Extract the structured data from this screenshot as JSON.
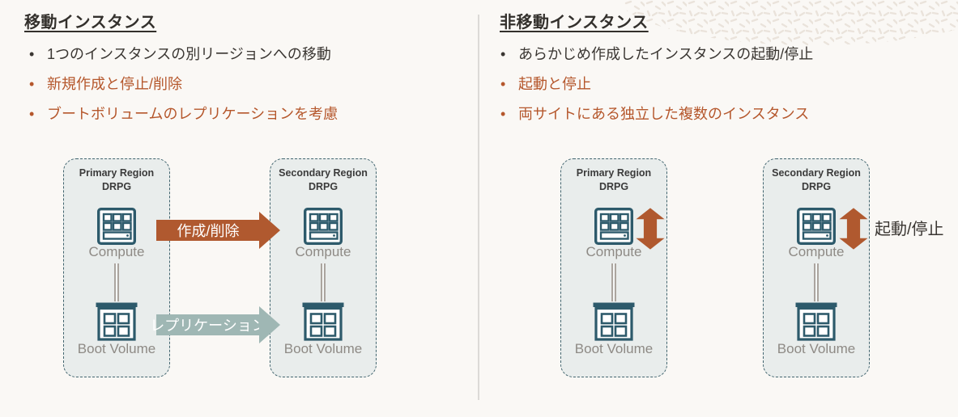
{
  "slide": {
    "left": {
      "title": "移動インスタンス",
      "bullets": [
        {
          "text": "1つのインスタンスの別リージョンへの移動"
        },
        {
          "text": "新規作成と停止/削除"
        },
        {
          "text": "ブートボリュームのレプリケーションを考慮"
        }
      ],
      "boxes": [
        {
          "region": "Primary Region",
          "group": "DRPG",
          "compute_label": "Compute",
          "boot_volume_label": "Boot Volume"
        },
        {
          "region": "Secondary Region",
          "group": "DRPG",
          "compute_label": "Compute",
          "boot_volume_label": "Boot Volume"
        }
      ],
      "arrows": {
        "create_delete": "作成/削除",
        "replication": "レプリケーション"
      }
    },
    "right": {
      "title": "非移動インスタンス",
      "bullets": [
        {
          "text": "あらかじめ作成したインスタンスの起動/停止"
        },
        {
          "text": "起動と停止"
        },
        {
          "text": "両サイトにある独立した複数のインスタンス"
        }
      ],
      "boxes": [
        {
          "region": "Primary Region",
          "group": "DRPG",
          "compute_label": "Compute",
          "boot_volume_label": "Boot Volume"
        },
        {
          "region": "Secondary Region",
          "group": "DRPG",
          "compute_label": "Compute",
          "boot_volume_label": "Boot Volume"
        }
      ],
      "arrow_label": "起動/停止"
    },
    "colors": {
      "background": "#faf8f5",
      "accent_rust_text": "#b5572c",
      "arrow_rust": "#b0592f",
      "arrow_teal": "#9fb7b4",
      "icon_teal": "#2d5a6b",
      "box_fill": "#e9edec",
      "box_border": "#41646e",
      "text_dark": "#3a3632",
      "label_gray": "#8e8a85"
    }
  }
}
